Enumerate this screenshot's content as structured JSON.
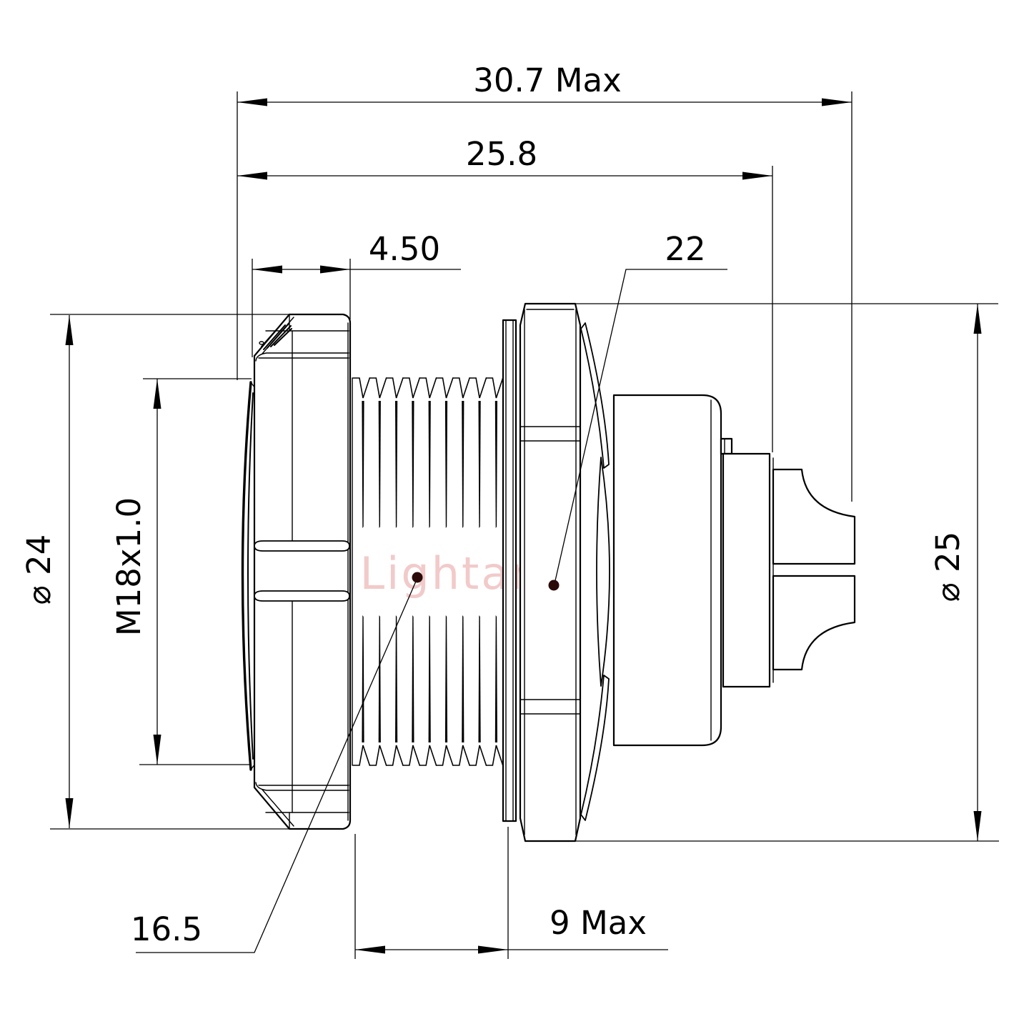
{
  "drawing": {
    "watermark": "Lightany",
    "watermark_color": "#f2caca",
    "leader_dot_color": "#2b0a0a",
    "line_color": "#000000",
    "background": "#ffffff",
    "dimensions": {
      "overall_length": "30.7 Max",
      "rear_length": "25.8",
      "flange_thickness": "4.50",
      "hex_nut_ref": "22",
      "flange_diameter": "⌀ 24",
      "thread_spec": "M18x1.0",
      "hex_nut_diameter": "⌀ 25",
      "thread_length_ref": "16.5",
      "panel_thickness": "9 Max"
    }
  }
}
